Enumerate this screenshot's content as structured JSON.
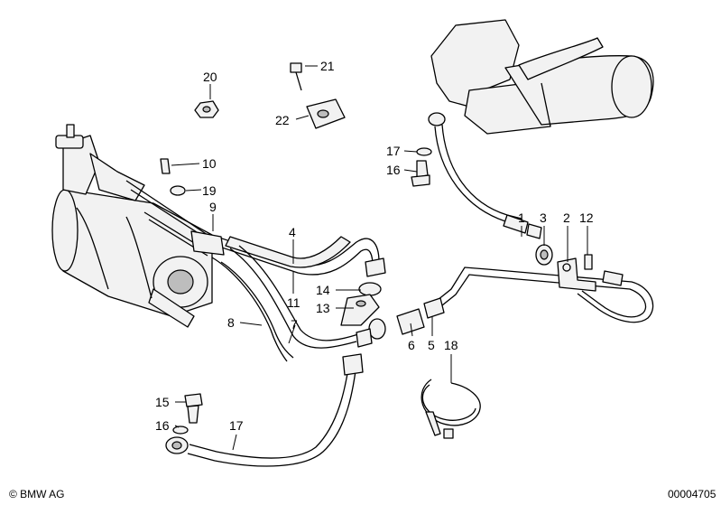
{
  "labels": [
    "1",
    "2",
    "3",
    "4",
    "5",
    "6",
    "7",
    "8",
    "9",
    "10",
    "11",
    "12",
    "13",
    "14",
    "15",
    "16",
    "16",
    "17",
    "17",
    "18",
    "19",
    "20",
    "21",
    "22"
  ],
  "footer": {
    "copyright": "© BMW AG",
    "drawing_number": "00004705"
  },
  "colors": {
    "line": "#000000",
    "part_fill": "#f2f2f2",
    "shade": "#bdbdbd"
  }
}
